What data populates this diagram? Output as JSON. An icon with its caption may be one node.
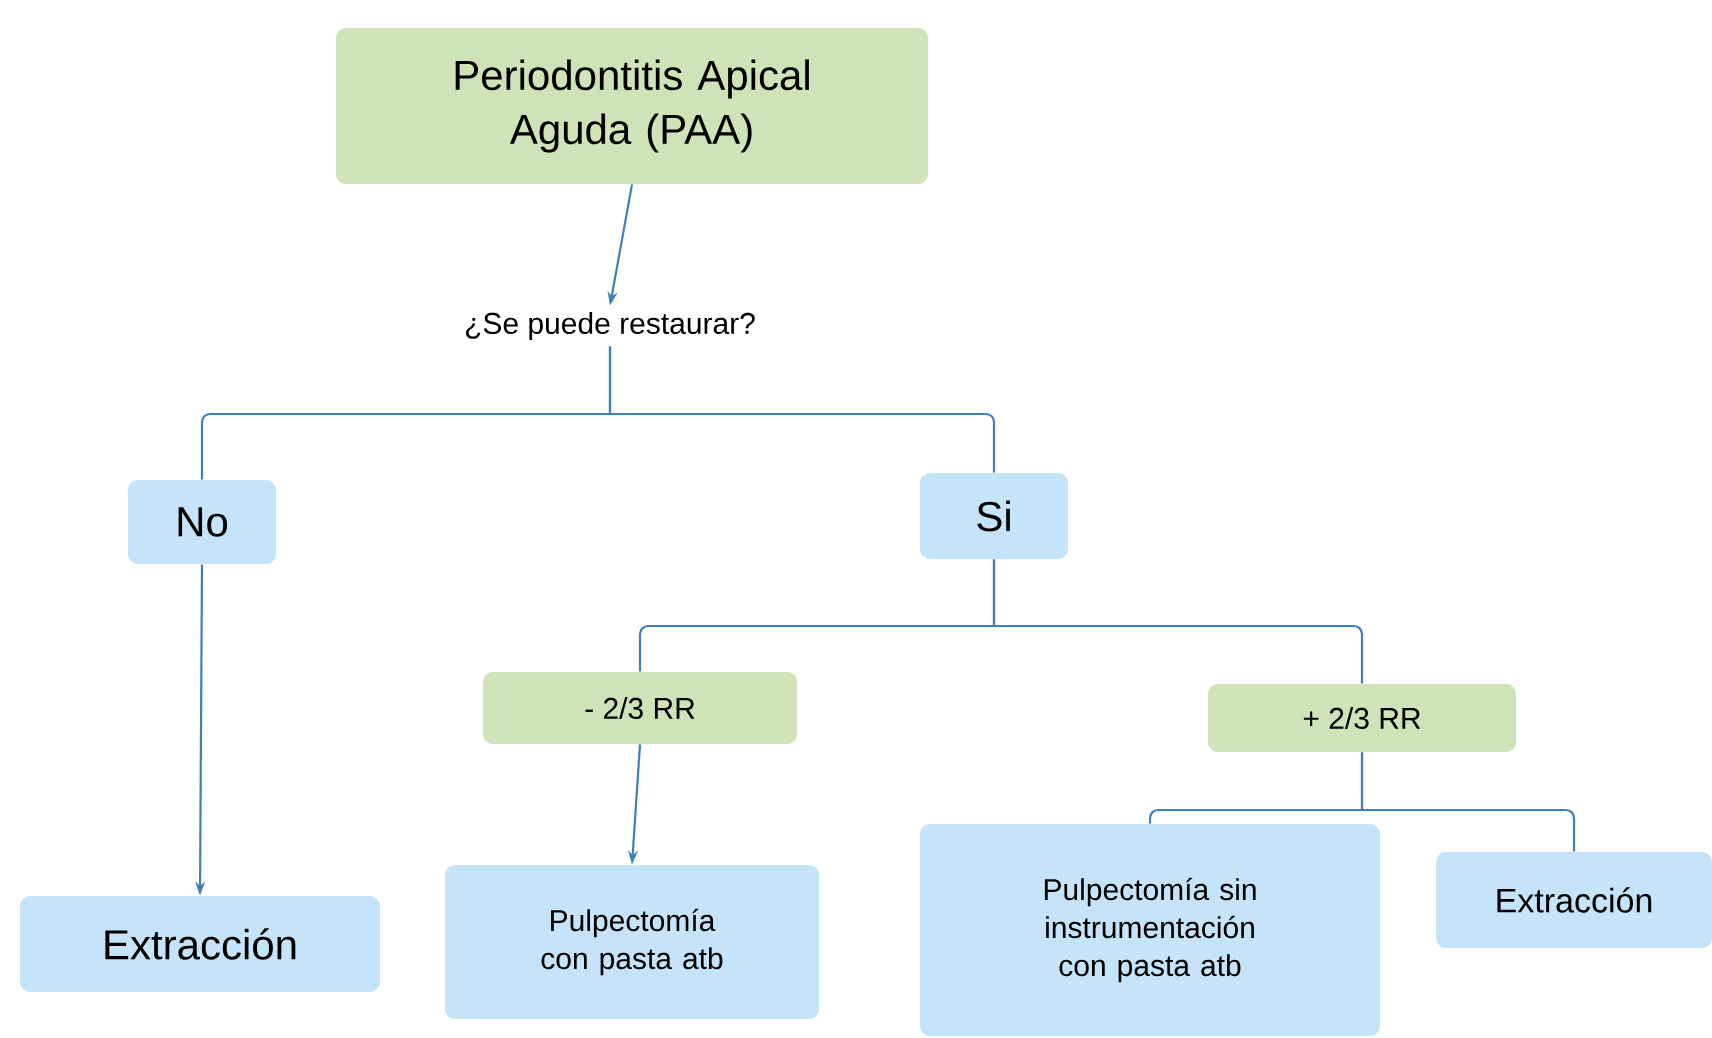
{
  "diagram": {
    "nodes": [
      {
        "text": [
          "Periodontitis Apical Aguda (PAA)"
        ]
      },
      {
        "text": [
          "¿Se puede restaurar?"
        ]
      },
      {
        "text": [
          "No"
        ]
      },
      {
        "text": [
          "Si"
        ]
      },
      {
        "text": [
          "- 2/3 RR"
        ]
      },
      {
        "text": [
          "+ 2/3 RR"
        ]
      },
      {
        "text": [
          "Extracción"
        ]
      },
      {
        "text": [
          "Pulpectomía con pasta atb"
        ]
      },
      {
        "text": [
          "Pulpectomía sin instrumentación con pasta atb"
        ]
      },
      {
        "text": [
          "Extracción"
        ]
      }
    ],
    "edges": [
      {
        "from": 0,
        "to": 1,
        "arrow": "to"
      },
      {
        "from": 1,
        "to": 2,
        "arrow": "none"
      },
      {
        "from": 1,
        "to": 3,
        "arrow": "none"
      },
      {
        "from": 2,
        "to": 6,
        "arrow": "to"
      },
      {
        "from": 3,
        "to": 4,
        "arrow": "none"
      },
      {
        "from": 3,
        "to": 5,
        "arrow": "none"
      },
      {
        "from": 4,
        "to": 7,
        "arrow": "to"
      },
      {
        "from": 5,
        "to": 8,
        "arrow": "none"
      },
      {
        "from": 5,
        "to": 9,
        "arrow": "none"
      }
    ]
  }
}
